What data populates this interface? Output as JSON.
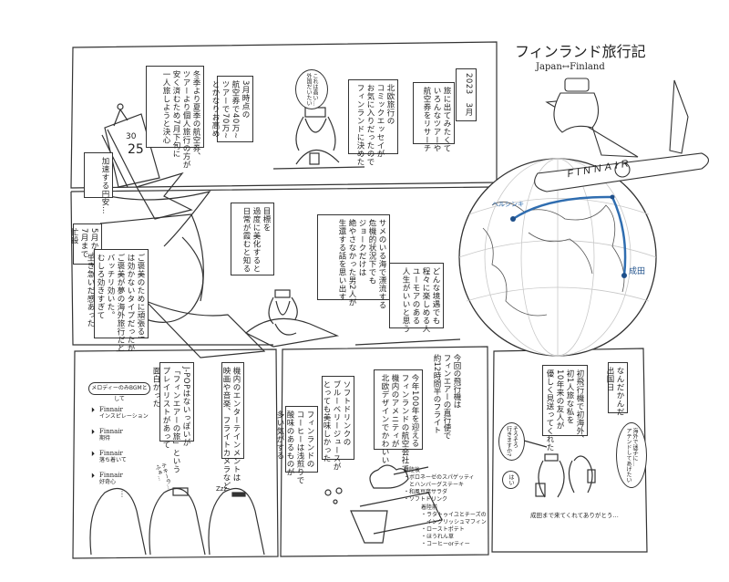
{
  "header": {
    "title": "フィンランド旅行記",
    "subtitle": "Japan↔Finland"
  },
  "panel1": {
    "date": "2023　3月",
    "research": "旅に出てみたくて\nいろんなツアーや\n航空券をリサーチ",
    "decision": "北欧旅行の\nコミックエッセイが\nお気に入りだったので\nフィンランドに決めた",
    "speech": "これは高い…\n外国だいたい",
    "price": "3月時点の\n航空券で40万~\nツアーで70万~\nとかなりお高め",
    "plan": "冬季より夏季の航空券、\nツアーより個人旅行の方が\n安く済むため7月下旬に\n一人旅しようと決心",
    "calendar_top": "30",
    "calendar_day": "25",
    "yen": "加速する円安…"
  },
  "panel2": {
    "busy": "5月から\n7月まで\n忙殺",
    "reward": "ご褒美のために頑張る!\nは効かないタイプだったが\nご褒美が夢の海外旅行だと\nバッチリ効いた。\nむしろ効きすぎて\n生き急いだ感あった",
    "goal": "目標を\n過度に美化すると\n日常が霞むと知る",
    "shark": "サメのいる海で漂流する\n危機的状況下でも\nジョークだけは\n絶やさなかった男2人が\n生還する話を思い出す",
    "humor": "どんな境遇でも\n程々に楽しめる人\nユーモアのある\n人生がいいと思う"
  },
  "map": {
    "origin_label": "成田",
    "destination_label": "ヘルシンキ",
    "plane_text": "FINNAIR",
    "route_color": "#2f6db0"
  },
  "panel3": {
    "bgm_bubble": "メロディーのみBGMとして",
    "playlist": [
      {
        "artist": "Finnair",
        "title": "インスピレーション"
      },
      {
        "artist": "Finnair",
        "title": "期待"
      },
      {
        "artist": "Finnair",
        "title": "落ち着いて"
      },
      {
        "artist": "Finnair",
        "title": "好奇心"
      }
    ],
    "more": "⋮",
    "jpop": "J-POPはないっぽいが\n「フィンエアーの旅」という\nプレイリストがあって\n面白かった",
    "entertainment": "機内のエンターテインメントは\n映画や音楽、フライトカメラなど",
    "passenger_speech": "テキーラ…\nふぁ…",
    "sleep": "Zzz"
  },
  "panel4": {
    "flight": "今回の飛行機は\nフィンエアーの直行便で\n約12時間半のフライト",
    "amenity": "今年100年を迎える\nフィンランドの航空会社で\n機内のアメニティが\n北欧デザインでかわいい",
    "juice": "ソフトドリンクの\nブルーベリージュースが\nとっても美味しかった",
    "coffee": "フィンランドの\nコーヒーは浅煎りで\n酸味のあるものが\n多い気がする",
    "meal_after_takeoff": "離陸後\n・ボロネーゼのスパゲッティ\n　とハンバーグステーキ\n・和風豆腐サラダ\n・ソフトドリンク",
    "meal_before_landing": "着陸前\n・ラタトゥイユとチーズの\n　イングリッシュマフィン\n・ローストポテト\n・ほうれん草\n・コーヒーorティー"
  },
  "panel5": {
    "departure": "なんだかんだ\n出国日",
    "friend": "初飛行機で初海外、\n初1人旅な私を\n10年来の友人が\n優しく見送ってくれた",
    "bubble_left": "そろそろ\n行きますか?",
    "bubble_yes": "はい",
    "bubble_right": "海外で迷子に…\nアテンドしてあげたい",
    "caption": "成田まで来てくれてありがとう…"
  }
}
